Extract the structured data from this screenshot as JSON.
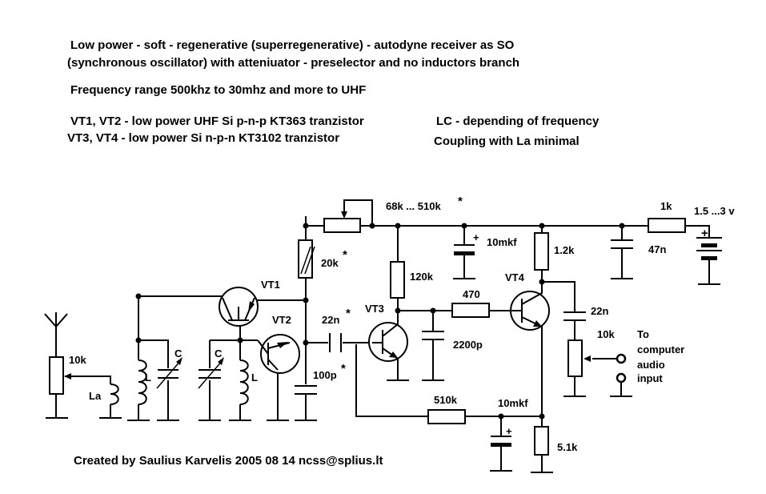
{
  "description_lines": {
    "line1": "Low power - soft - regenerative (superregenerative)  - autodyne receiver as  SO",
    "line2": "(synchronous oscillator)  with atteniuator - preselector    and no inductors branch",
    "line3": "Frequency range 500khz to 30mhz and more to UHF",
    "line4": "VT1, VT2 - low power  UHF  Si p-n-p  KT363 tranzistor",
    "line5": "VT3, VT4 -  low power Si  n-p-n KT3102 tranzistor",
    "line6": "LC - depending of frequency",
    "line7": "Coupling with La  minimal"
  },
  "components": {
    "r_feedback": "68k ... 510k",
    "r_feedback_mark": "*",
    "r_20k": "20k",
    "r_20k_mark": "*",
    "r_120k": "120k",
    "c_10mkf_top": "10mkf",
    "r_1_2k": "1.2k",
    "r_1k": "1k",
    "c_47n": "47n",
    "battery": "1.5 ...3 v",
    "vt1": "VT1",
    "vt2": "VT2",
    "vt3": "VT3",
    "vt4": "VT4",
    "c_22n_in": "22n",
    "c_22n_in_mark": "*",
    "c_100p": "100p",
    "c_100p_mark": "*",
    "r_470": "470",
    "c_2200p": "2200p",
    "c_22n_out": "22n",
    "r_10k_out": "10k",
    "r_10k_att": "10k",
    "l_la": "La",
    "l1": "L",
    "l2": "L",
    "c1": "C",
    "c2": "C",
    "r_510k": "510k",
    "c_10mkf_bottom": "10mkf",
    "r_5_1k": "5.1k",
    "plus_sign": "+"
  },
  "output_label": {
    "line1": "To",
    "line2": "computer",
    "line3": "audio",
    "line4": "input"
  },
  "footer": "Created by Saulius Karvelis    2005 08 14     ncss@splius.lt"
}
